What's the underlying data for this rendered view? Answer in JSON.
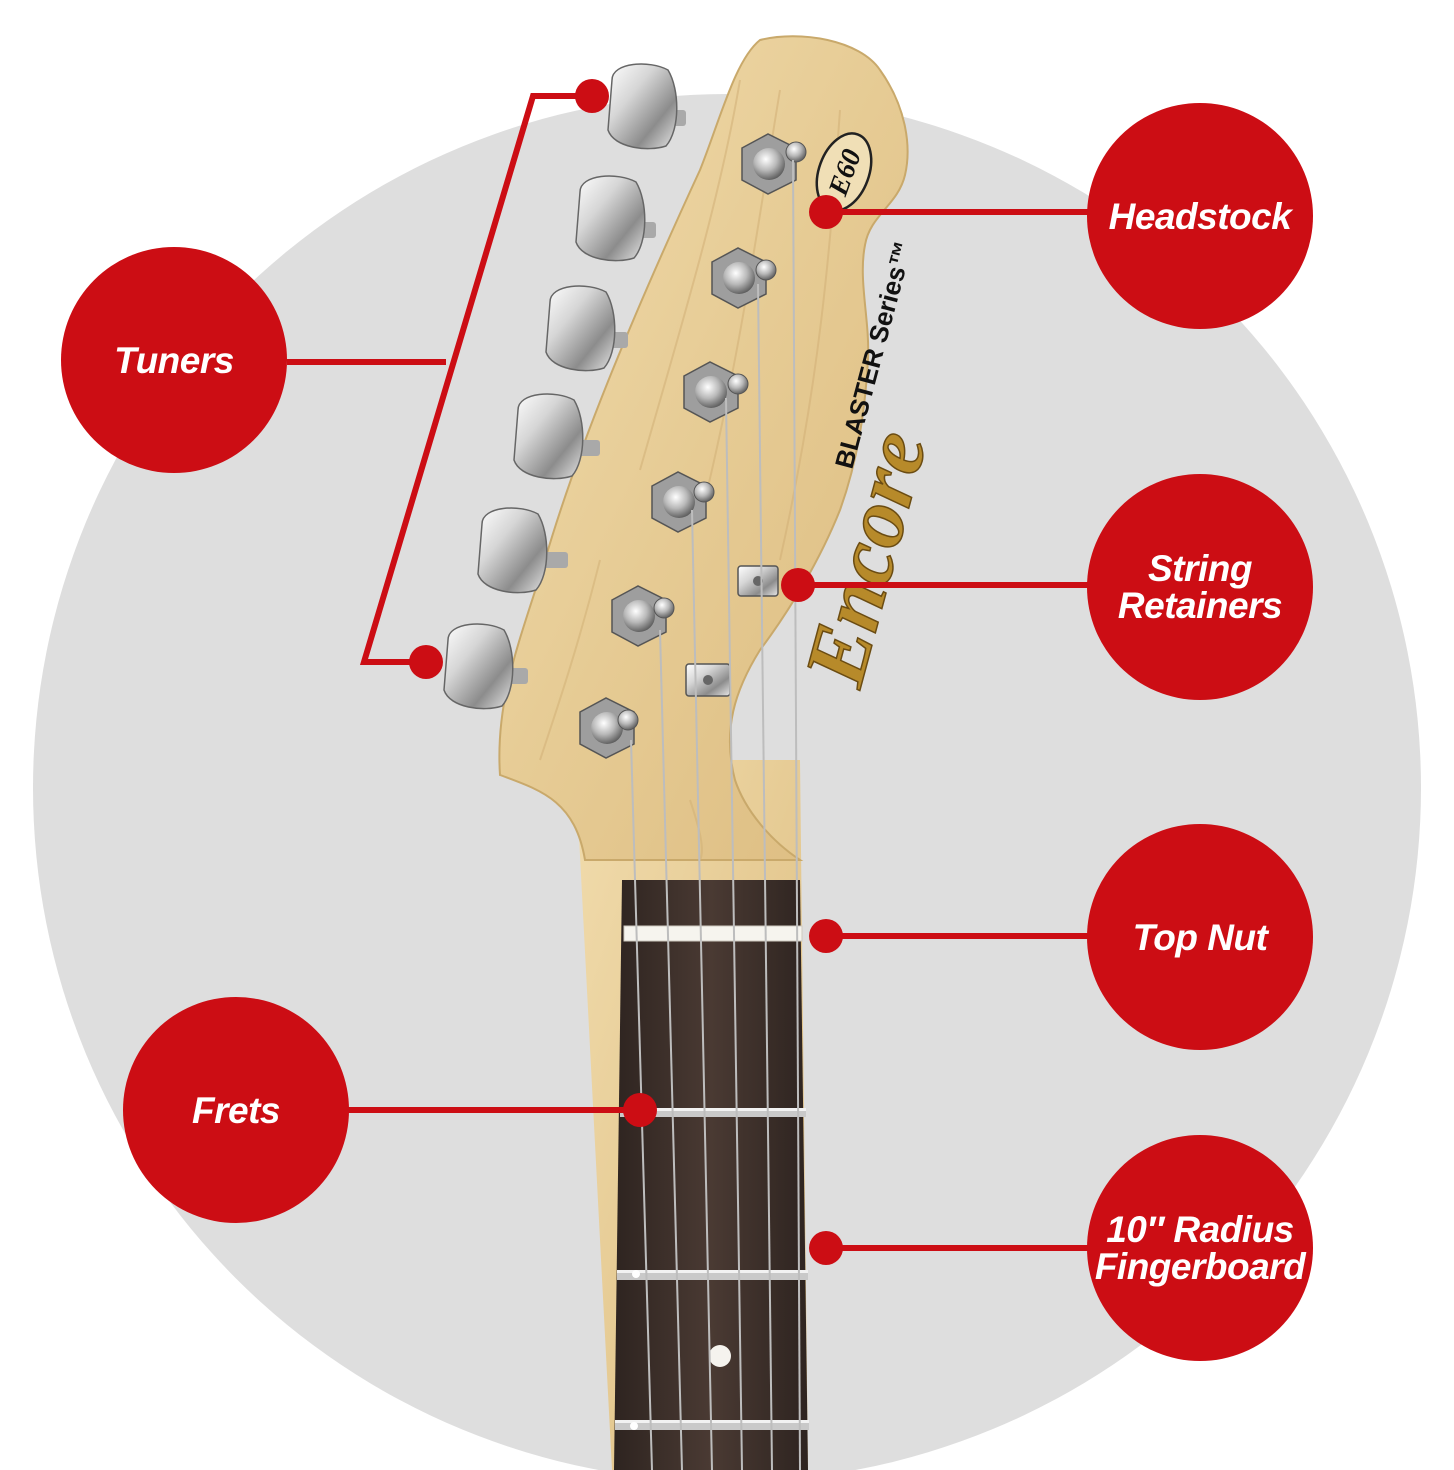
{
  "colors": {
    "accent": "#cc0d14",
    "backdrop": "#dedede",
    "wood": "#e8cf9a",
    "fingerboard": "#3e2f2a",
    "chrome": "#c8c8c8"
  },
  "logo": {
    "brand": "Encore",
    "series": "BLASTER Series™",
    "model_badge": "E60"
  },
  "callouts": {
    "tuners": "Tuners",
    "headstock": "Headstock",
    "string_retainers": "String\nRetainers",
    "top_nut": "Top Nut",
    "frets": "Frets",
    "radius": "10″ Radius\nFingerboard"
  }
}
